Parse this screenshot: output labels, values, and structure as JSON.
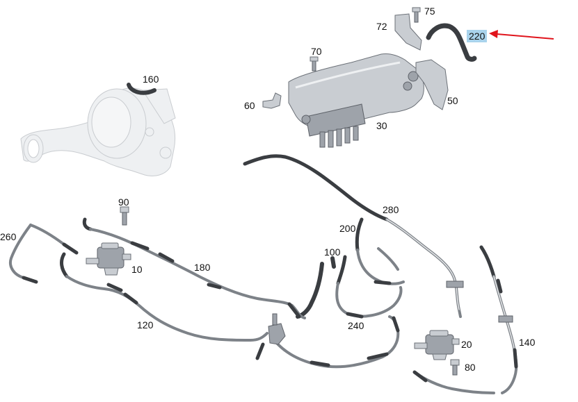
{
  "part_numbers": {
    "p10": "10",
    "p20": "20",
    "p30": "30",
    "p50": "50",
    "p60": "60",
    "p70": "70",
    "p72": "72",
    "p75": "75",
    "p80": "80",
    "p90": "90",
    "p100": "100",
    "p120": "120",
    "p140": "140",
    "p160": "160",
    "p180": "180",
    "p200": "200",
    "p220": "220",
    "p240": "240",
    "p260": "260",
    "p280": "280"
  },
  "highlighted_part": "220",
  "colors": {
    "highlight_bg": "#a9d3ec",
    "arrow": "#e0141c",
    "hose": "#3a3d41",
    "tube": "#7d8288"
  }
}
